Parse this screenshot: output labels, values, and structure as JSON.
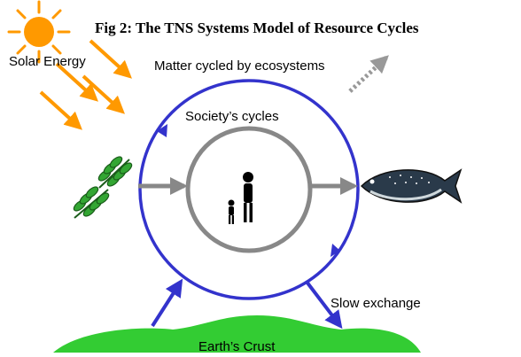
{
  "figure": {
    "title": "Fig 2: The TNS Systems Model of Resource Cycles"
  },
  "labels": {
    "solar_energy": "Solar Energy",
    "matter_cycled": "Matter cycled by ecosystems",
    "societys_cycles": "Society’s cycles",
    "slow_exchange": "Slow exchange",
    "earths_crust": "Earth’s Crust"
  },
  "colors": {
    "sun": "#ff9900",
    "sun_rays": "#ff9900",
    "ecosystem_cycle": "#3333cc",
    "society_cycle": "#888888",
    "flow_arrows": "#888888",
    "dissipation_arrow": "#999999",
    "earth_crust": "#33cc33",
    "leaves": "#33a633"
  },
  "icons": {
    "sun": "sun-icon",
    "plants": "leaf-icon",
    "people": "people-icon",
    "fish": "fish-icon"
  }
}
